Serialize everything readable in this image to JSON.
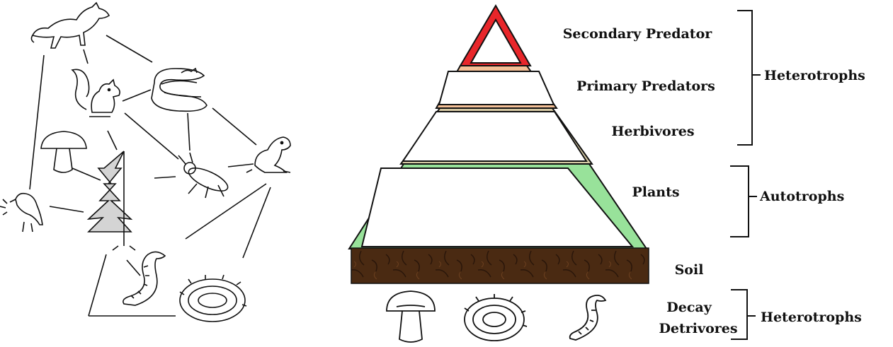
{
  "pyramid": {
    "levels": [
      {
        "label": "Secondary Predator",
        "color": "#e8262a"
      },
      {
        "label": "Primary Predators",
        "color": "#f4bf96"
      },
      {
        "label": "Herbivores",
        "color": "#d6c9a4"
      },
      {
        "label": "Plants",
        "color": "#98e29a"
      }
    ],
    "soil_label": "Soil",
    "decay_label_1": "Decay",
    "decay_label_2": "Detrivores",
    "soil_color": "#4a2a12"
  },
  "brackets": {
    "upper": "Heterotrophs",
    "middle": "Autotrophs",
    "lower": "Heterotrophs"
  },
  "food_web": {
    "organisms": [
      "fox-icon",
      "squirrel-icon",
      "snake-icon",
      "mushroom-icon",
      "pine-tree-icon",
      "beetle-icon",
      "frog-icon",
      "bird-icon",
      "worm-icon",
      "millipede-icon"
    ]
  },
  "detritivores": [
    "mushroom-icon",
    "millipede-icon",
    "worm-icon"
  ]
}
